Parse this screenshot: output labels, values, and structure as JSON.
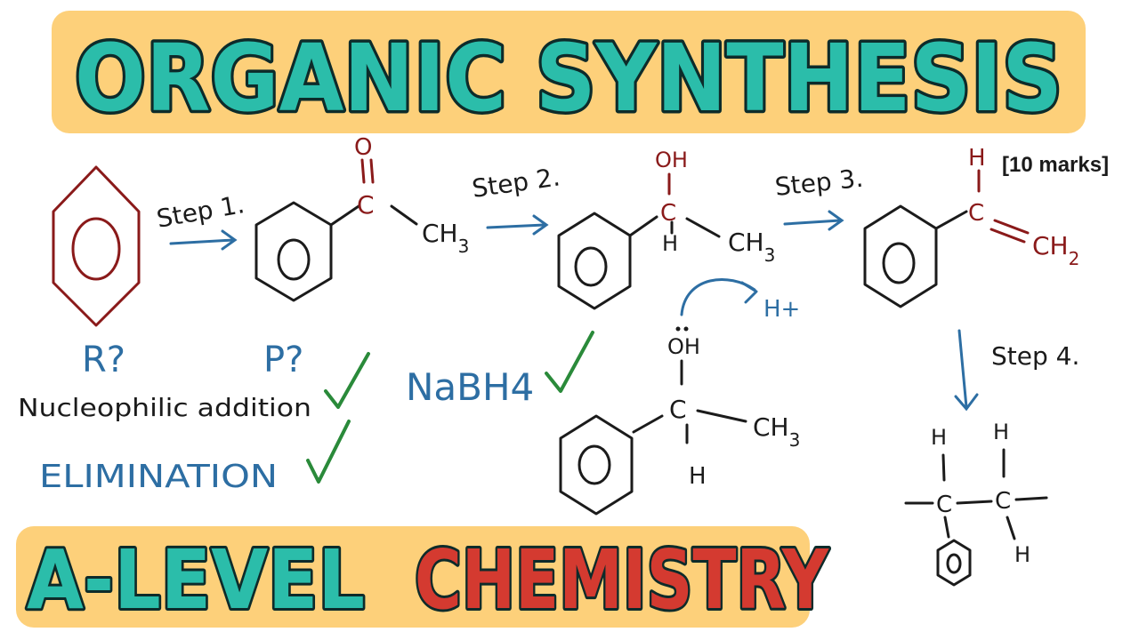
{
  "title": "ORGANIC SYNTHESIS",
  "subtitle_part1": "A-LEVEL",
  "subtitle_part2": "CHEMISTRY",
  "marks": "[10 marks]",
  "steps": {
    "step1": "Step 1.",
    "step2": "Step 2.",
    "step3": "Step 3.",
    "step4": "Step 4."
  },
  "molecules": {
    "acetophenone": {
      "o": "O",
      "c": "C",
      "ch3": "CH",
      "ch3_sub": "3"
    },
    "alcohol": {
      "oh": "OH",
      "c": "C",
      "h": "H",
      "ch3": "CH",
      "ch3_sub": "3"
    },
    "styrene": {
      "h": "H",
      "c": "C",
      "ch2": "CH",
      "ch2_sub": "2"
    },
    "mechanism": {
      "oh": "OH",
      "hplus": "H+",
      "c": "C",
      "h": "H",
      "ch3": "CH",
      "ch3_sub": "3"
    },
    "polymer": {
      "h1": "H",
      "h2": "H",
      "c1": "C",
      "c2": "C",
      "h3": "H"
    }
  },
  "labels": {
    "r": "R?",
    "p": "P?",
    "nucleophilic_addition": "Nucleophilic addition",
    "nabh4": "NaBH4",
    "elimination": "ELIMINATION"
  },
  "colors": {
    "banner": "#fdd07a",
    "title_fill": "#2bbdaa",
    "title_outline": "#0d2b2a",
    "subtitle_red": "#d43a30",
    "ink_black": "#1b1b1b",
    "ink_red": "#8a1a1a",
    "ink_blue": "#2d6ea3",
    "ink_green": "#2a8a3a"
  }
}
